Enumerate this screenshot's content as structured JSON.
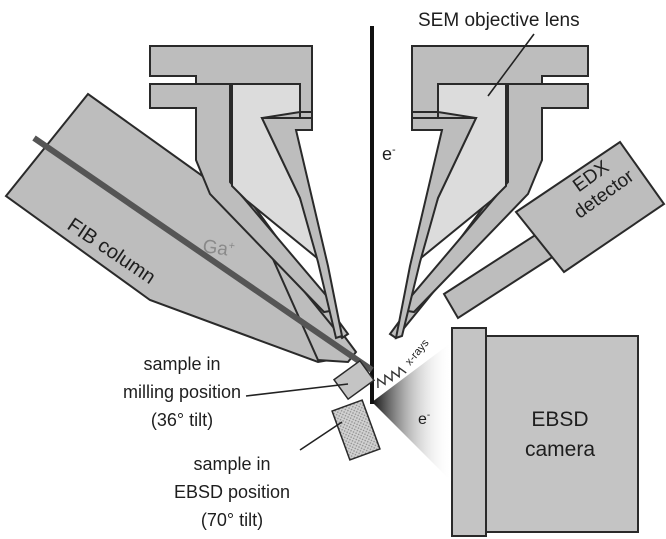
{
  "labels": {
    "sem_lens": "SEM objective lens",
    "electron_top": "e",
    "electron_top_sup": "-",
    "edx_line1": "EDX",
    "edx_line2": "detector",
    "fib_column": "FIB column",
    "ga": "Ga",
    "ga_sup": "+",
    "xray": "x-rays",
    "electron_bottom": "e",
    "electron_bottom_sup": "-",
    "ebsd_line1": "EBSD",
    "ebsd_line2": "camera",
    "milling_line1": "sample in",
    "milling_line2": "milling position",
    "milling_line3": "(36° tilt)",
    "ebsd_pos_line1": "sample in",
    "ebsd_pos_line2": "EBSD position",
    "ebsd_pos_line3": "(70° tilt)"
  },
  "colors": {
    "part_fill": "#bdbdbd",
    "part_light": "#dcdcdc",
    "outline": "#2a2a2a",
    "beam": "#111111",
    "ion_beam": "#555555"
  }
}
